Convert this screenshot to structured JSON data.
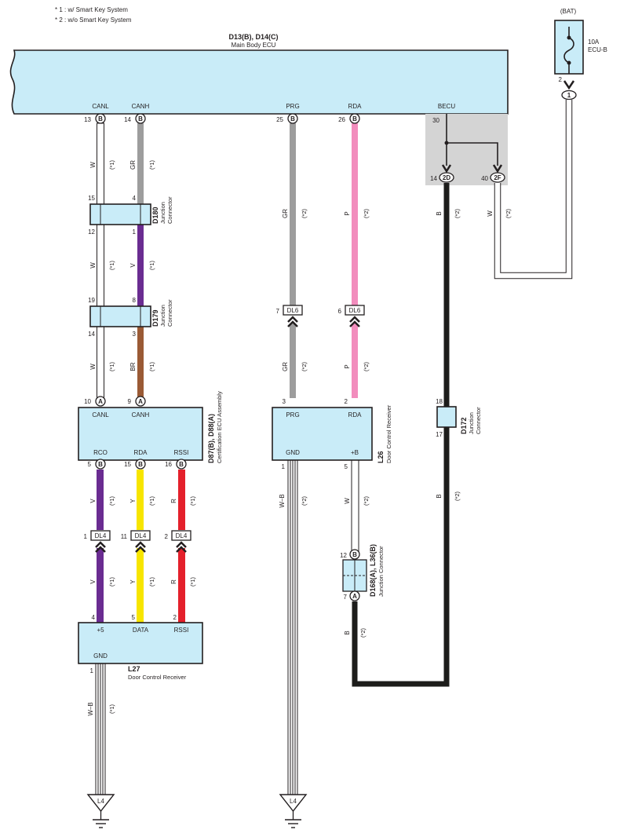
{
  "notes": [
    "* 1 : w/ Smart Key System",
    "* 2 : w/o Smart Key System"
  ],
  "colors": {
    "box_fill": "#c9ecf8",
    "white_wire": "#ffffff",
    "gray_wire": "#9d9d9d",
    "pink_wire": "#f28dbd",
    "violet_wire": "#6a2c91",
    "brown_wire": "#9a5a35",
    "yellow_wire": "#f7e500",
    "red_wire": "#e4202b",
    "black_wire": "#1d1d1b",
    "splice_shade": "#d4d4d4"
  },
  "main_ecu": {
    "code": "D13(B), D14(C)",
    "name": "Main Body ECU",
    "terminals": {
      "canl": "CANL",
      "canh": "CANH",
      "prg": "PRG",
      "rda": "RDA",
      "becu": "BECU"
    },
    "pins": {
      "canl": "13",
      "canh": "14",
      "prg": "25",
      "rda": "26",
      "becu": "30"
    },
    "connector_b": "B",
    "connector_c": "C"
  },
  "battery": {
    "label": "(BAT)",
    "fuse_rating": "10A",
    "fuse_name": "ECU-B",
    "pin": "2",
    "connector": "1"
  },
  "jc_d180": {
    "code": "D180",
    "name1": "Junction",
    "name2": "Connector",
    "pins": [
      "15",
      "4",
      "12",
      "1"
    ]
  },
  "jc_d179": {
    "code": "D179",
    "name1": "Junction",
    "name2": "Connector",
    "pins": [
      "19",
      "8",
      "14",
      "3"
    ]
  },
  "jc_d172": {
    "code": "D172",
    "name1": "Junction",
    "name2": "Connector",
    "pins": [
      "18",
      "17"
    ]
  },
  "jc_d168": {
    "code": "D168(A), L36(B)",
    "name": "Junction Connector",
    "pins": [
      "12",
      "7"
    ],
    "conn_top": "B",
    "conn_bottom": "A"
  },
  "splice": {
    "pin_left": "14",
    "conn_left": "2D",
    "pin_right": "40",
    "conn_right": "2F"
  },
  "cert_ecu": {
    "code": "D87(B), D88(A)",
    "name": "Certification ECU Assembly",
    "terminals": {
      "canl": "CANL",
      "canh": "CANH",
      "rco": "RCO",
      "rda": "RDA",
      "rssi": "RSSI"
    },
    "pins": {
      "canl": "10",
      "canh": "9",
      "rco": "5",
      "rda": "15",
      "rssi": "16"
    },
    "conn_top": "A",
    "conn_bottom": "B"
  },
  "l26": {
    "code": "L26",
    "name": "Door Control Receiver",
    "terminals": {
      "prg": "PRG",
      "rda": "RDA",
      "gnd": "GND",
      "b": "+B"
    },
    "pins": {
      "prg": "3",
      "rda": "2",
      "gnd": "1",
      "b": "5"
    }
  },
  "l27": {
    "code": "L27",
    "name": "Door Control Receiver",
    "terminals": {
      "p5": "+5",
      "data": "DATA",
      "rssi": "RSSI",
      "gnd": "GND"
    },
    "pins": {
      "p5": "4",
      "data": "5",
      "rssi": "2",
      "gnd": "1"
    }
  },
  "dl6": {
    "name": "DL6",
    "pin_prg": "7",
    "pin_rda": "6"
  },
  "dl4": {
    "name": "DL4",
    "pin_rco": "1",
    "pin_rda": "11",
    "pin_rssi": "2"
  },
  "ground": {
    "name": "L4"
  },
  "wire_labels": {
    "w": "W",
    "gr": "GR",
    "v": "V",
    "br": "BR",
    "p": "P",
    "b": "B",
    "y": "Y",
    "r": "R",
    "wb": "W–B",
    "n1": "(*1)",
    "n2": "(*2)"
  }
}
